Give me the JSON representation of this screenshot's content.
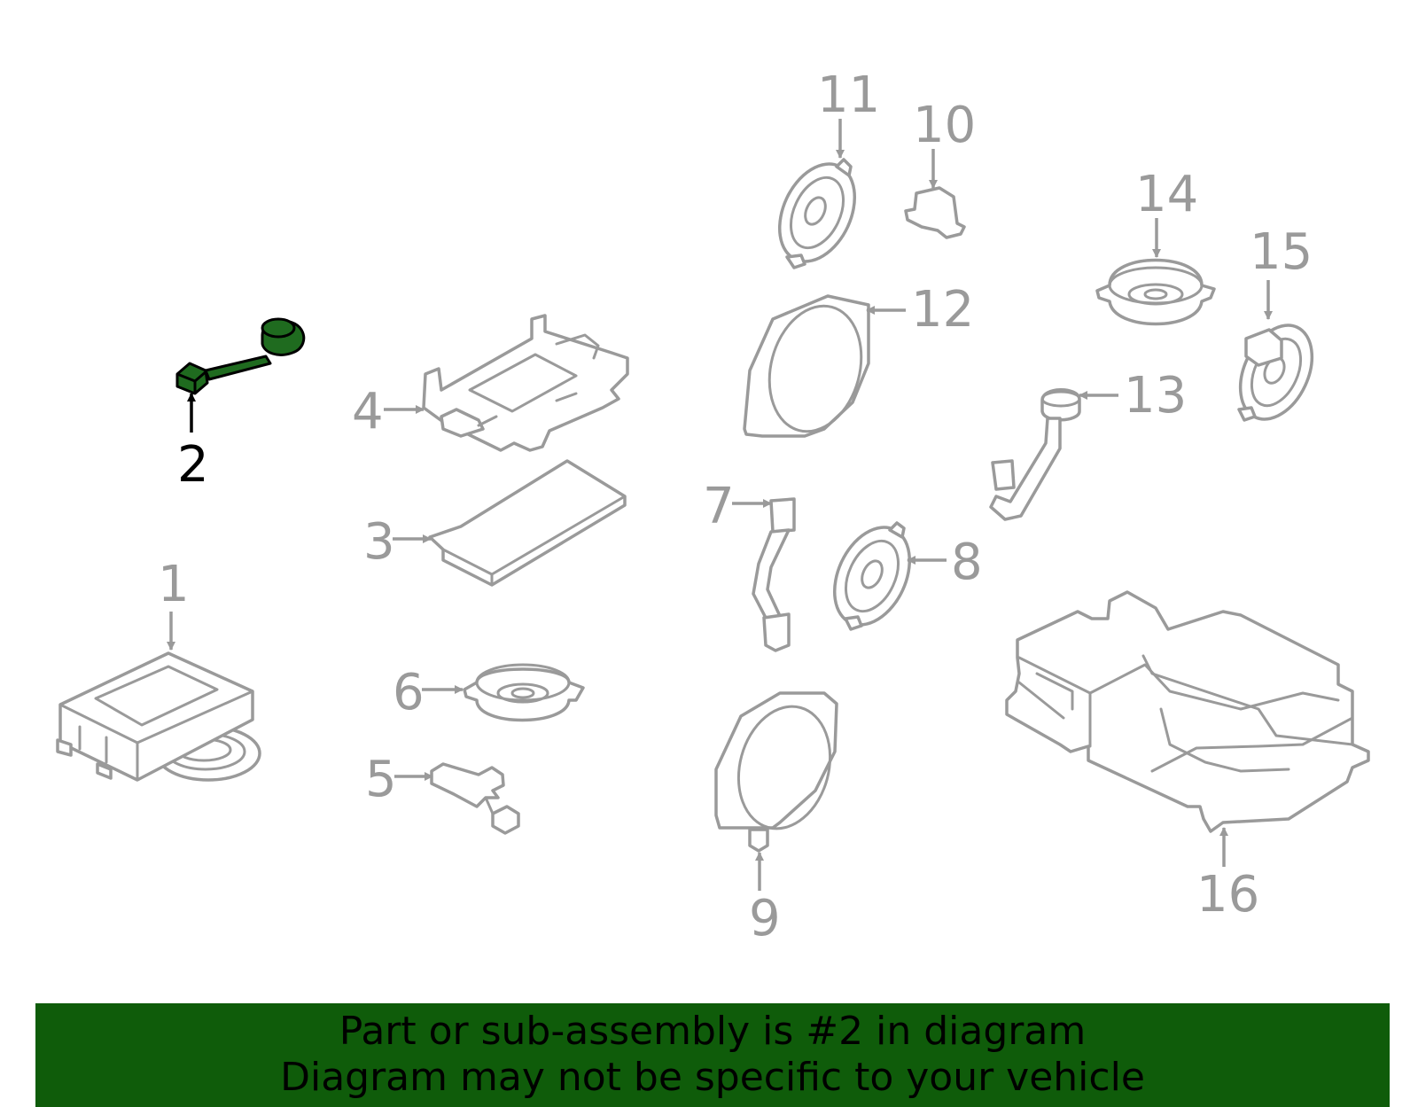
{
  "diagram": {
    "callouts": [
      "1",
      "2",
      "3",
      "4",
      "5",
      "6",
      "7",
      "8",
      "9",
      "10",
      "11",
      "12",
      "13",
      "14",
      "15",
      "16"
    ],
    "selected_callout": "2",
    "colors": {
      "part_stroke": "#9a9a9a",
      "highlight_fill": "#1f6b1f",
      "banner_bg": "#0f5c0a",
      "text_selected": "#000000"
    }
  },
  "banner": {
    "line1": "Part or sub-assembly is #2 in diagram",
    "line2": "Diagram may not be specific to your vehicle"
  }
}
